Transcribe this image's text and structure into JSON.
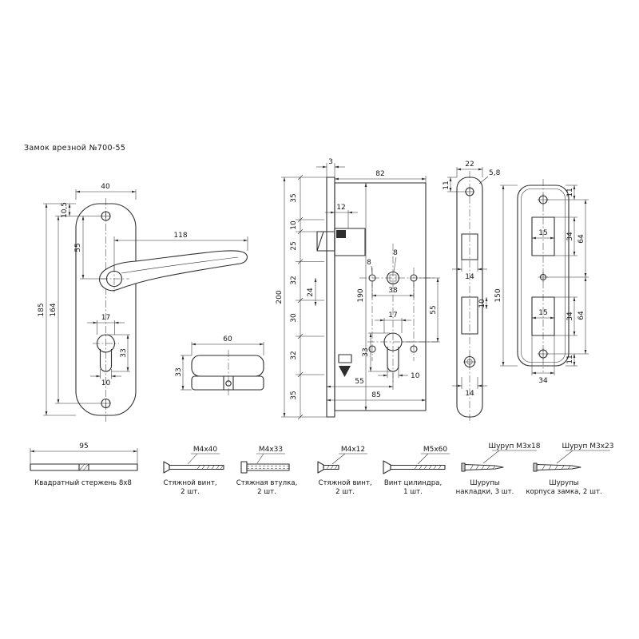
{
  "title": "Замок врезной №700-55",
  "handle_view": {
    "width": "40",
    "top_offset": "10,5",
    "screw_to_handle": "55",
    "screw_spacing": "164",
    "height": "185",
    "handle_length": "118",
    "cyl_width": "17",
    "cyl_height": "33",
    "cyl_slot": "10"
  },
  "cyl_view": {
    "length": "60",
    "height": "33"
  },
  "lock_view": {
    "forend_thickness": "3",
    "case_depth": "82",
    "latch_offset": "12",
    "seg_35_top": "35",
    "seg_10": "10",
    "seg_25": "25",
    "seg_32_upper": "32",
    "seg_30": "30",
    "seg_32_lower": "32",
    "seg_35_bottom": "35",
    "seg_24": "24",
    "forend_height": "200",
    "case_height": "190",
    "hole_dia_left": "8",
    "hole_dia_mid": "8",
    "hole_spacing": "38",
    "cyl_width": "17",
    "cyl_slot": "10",
    "cyl_height": "33",
    "centers_spacing": "55",
    "backset": "55",
    "total_depth": "85"
  },
  "faceplate_view": {
    "width": "22",
    "hole_offset": "5,8",
    "top_offset": "11",
    "latch_cutout": "14",
    "bolt_width": "10",
    "bottom_cutout": "14"
  },
  "strike_view": {
    "height": "150",
    "top_offset": "11",
    "upper_height": "34",
    "upper_span": "64",
    "upper_width": "15",
    "lower_width": "15",
    "lower_height": "34",
    "lower_span": "64",
    "bottom_offset": "11",
    "bottom_width": "34"
  },
  "hardware": [
    {
      "size": "95",
      "line1": "Квадратный стержень 8x8",
      "line2": ""
    },
    {
      "size": "M4x40",
      "line1": "Стяжной винт,",
      "line2": "2 шт."
    },
    {
      "size": "M4x33",
      "line1": "Стяжная втулка,",
      "line2": "2 шт."
    },
    {
      "size": "M4x12",
      "line1": "Стяжной винт,",
      "line2": "2 шт."
    },
    {
      "size": "M5x60",
      "line1": "Винт цилиндра,",
      "line2": "1 шт."
    },
    {
      "size": "Шуруп M3x18",
      "line1": "Шурупы",
      "line2": "накладки, 3 шт."
    },
    {
      "size": "Шуруп M3x23",
      "line1": "Шурупы",
      "line2": "корпуса замка, 2 шт."
    }
  ]
}
